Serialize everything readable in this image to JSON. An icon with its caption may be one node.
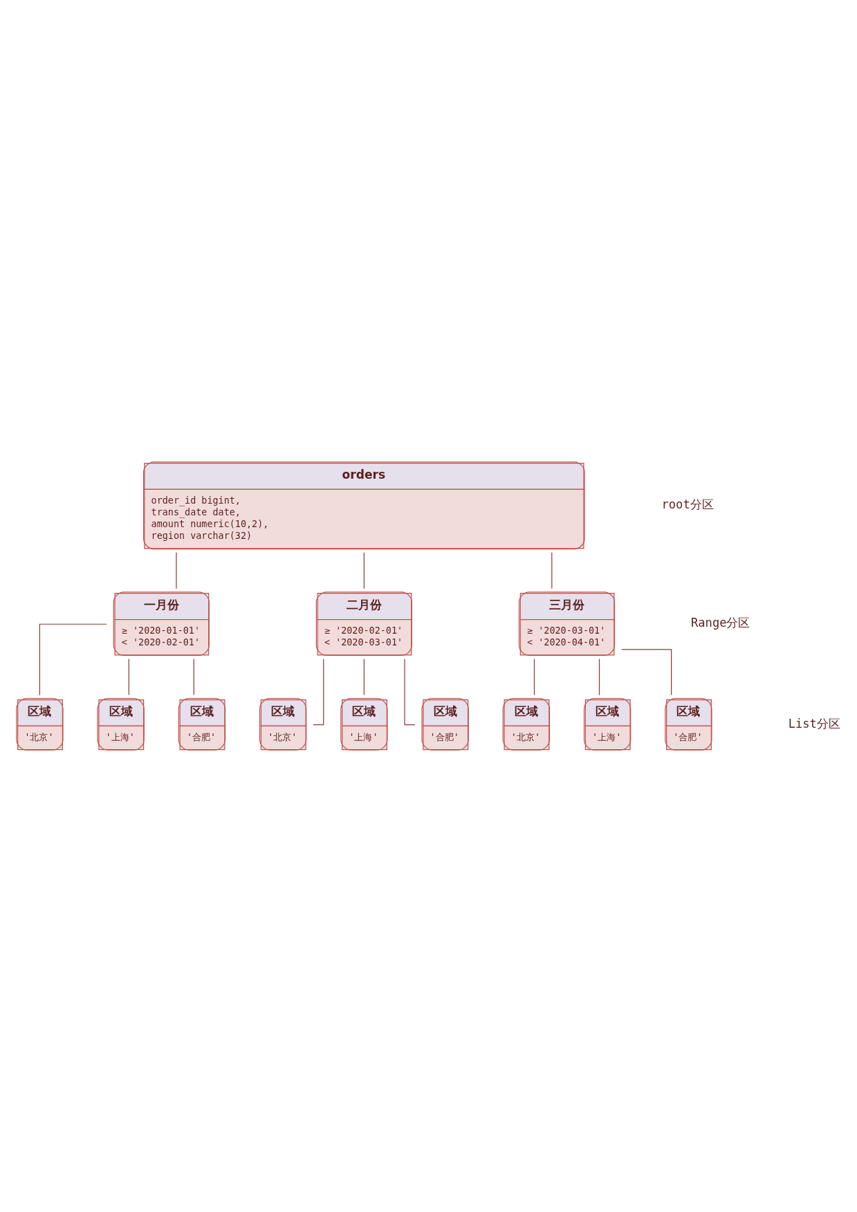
{
  "diagram": {
    "nodes": [
      {
        "text": [
          "orders",
          "order_id bigint,",
          "trans_date date,",
          "amount numeric(10,2),",
          "region varchar(32)"
        ]
      },
      {
        "text": [
          "一月份",
          "≥ '2020-01-01'",
          "< '2020-02-01'"
        ]
      },
      {
        "text": [
          "二月份",
          "≥ '2020-02-01'",
          "< '2020-03-01'"
        ]
      },
      {
        "text": [
          "三月份",
          "≥ '2020-03-01'",
          "< '2020-04-01'"
        ]
      },
      {
        "text": [
          "区域",
          "'北京'"
        ]
      },
      {
        "text": [
          "区域",
          "'上海'"
        ]
      },
      {
        "text": [
          "区域",
          "'合肥'"
        ]
      },
      {
        "text": [
          "区域",
          "'北京'"
        ]
      },
      {
        "text": [
          "区域",
          "'上海'"
        ]
      },
      {
        "text": [
          "区域",
          "'合肥'"
        ]
      },
      {
        "text": [
          "区域",
          "'北京'"
        ]
      },
      {
        "text": [
          "区域",
          "'上海'"
        ]
      },
      {
        "text": [
          "区域",
          "'合肥'"
        ]
      }
    ],
    "edges": [
      {
        "from": 0,
        "to": 1,
        "arrow": "none"
      },
      {
        "from": 0,
        "to": 2,
        "arrow": "none"
      },
      {
        "from": 0,
        "to": 3,
        "arrow": "none"
      },
      {
        "from": 1,
        "to": 4,
        "arrow": "none"
      },
      {
        "from": 1,
        "to": 5,
        "arrow": "none"
      },
      {
        "from": 1,
        "to": 6,
        "arrow": "none"
      },
      {
        "from": 2,
        "to": 7,
        "arrow": "none"
      },
      {
        "from": 2,
        "to": 8,
        "arrow": "none"
      },
      {
        "from": 2,
        "to": 9,
        "arrow": "none"
      },
      {
        "from": 3,
        "to": 10,
        "arrow": "none"
      },
      {
        "from": 3,
        "to": 11,
        "arrow": "none"
      },
      {
        "from": 3,
        "to": 12,
        "arrow": "none"
      }
    ],
    "labels": [
      "root分区",
      "Range分区",
      "List分区"
    ]
  }
}
